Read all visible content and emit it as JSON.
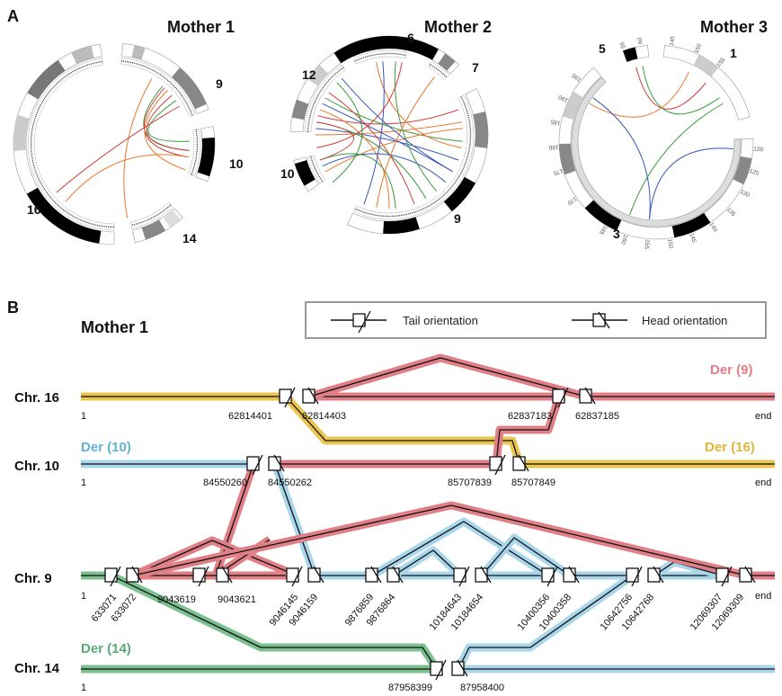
{
  "panel_a": {
    "letter": "A",
    "mothers": [
      {
        "title": "Mother 1",
        "chromosomes": [
          "9",
          "10",
          "14",
          "16"
        ]
      },
      {
        "title": "Mother 2",
        "chromosomes": [
          "6",
          "7",
          "9",
          "10",
          "12"
        ]
      },
      {
        "title": "Mother 3",
        "chromosomes": [
          "1",
          "3",
          "5"
        ]
      }
    ],
    "mother3_ticks": [
      "145",
      "150",
      "155",
      "120",
      "125",
      "130",
      "135",
      "140",
      "145",
      "150",
      "155",
      "160",
      "165",
      "170",
      "175",
      "180",
      "185",
      "190",
      "195",
      "55",
      "60"
    ]
  },
  "panel_b": {
    "letter": "B",
    "title": "Mother 1",
    "legend": {
      "tail": "Tail orientation",
      "head": "Head orientation"
    },
    "rows": [
      {
        "label": "Chr. 16",
        "start": "1",
        "end": "end",
        "derivatives": [
          {
            "label": "Der (9)",
            "color": "#e07f86"
          }
        ],
        "positions": [
          "62814401",
          "62814403",
          "62837183",
          "62837185"
        ]
      },
      {
        "label": "Chr. 10",
        "start": "1",
        "end": "end",
        "derivatives": [
          {
            "label": "Der (10)",
            "color": "#5fb3d9"
          },
          {
            "label": "Der (16)",
            "color": "#e3b43a"
          }
        ],
        "positions": [
          "84550260",
          "84550262",
          "85707839",
          "85707849"
        ]
      },
      {
        "label": "Chr. 9",
        "start": "1",
        "end": "end",
        "derivatives": [],
        "positions": [
          "633071",
          "633072",
          "9043619",
          "9043621",
          "9046145",
          "9046159",
          "9876859",
          "9876864",
          "10184643",
          "10184654",
          "10400356",
          "10400358",
          "10642756",
          "10642768",
          "12069307",
          "12069309"
        ]
      },
      {
        "label": "Chr. 14",
        "start": "1",
        "end": "end",
        "derivatives": [
          {
            "label": "Der (14)",
            "color": "#5aa87a"
          }
        ],
        "positions": [
          "87958399",
          "87958400"
        ]
      }
    ],
    "colors": {
      "der9": "#e07f86",
      "der10": "#a9d6ea",
      "der16": "#eac54f",
      "der14": "#7cc08f"
    }
  }
}
